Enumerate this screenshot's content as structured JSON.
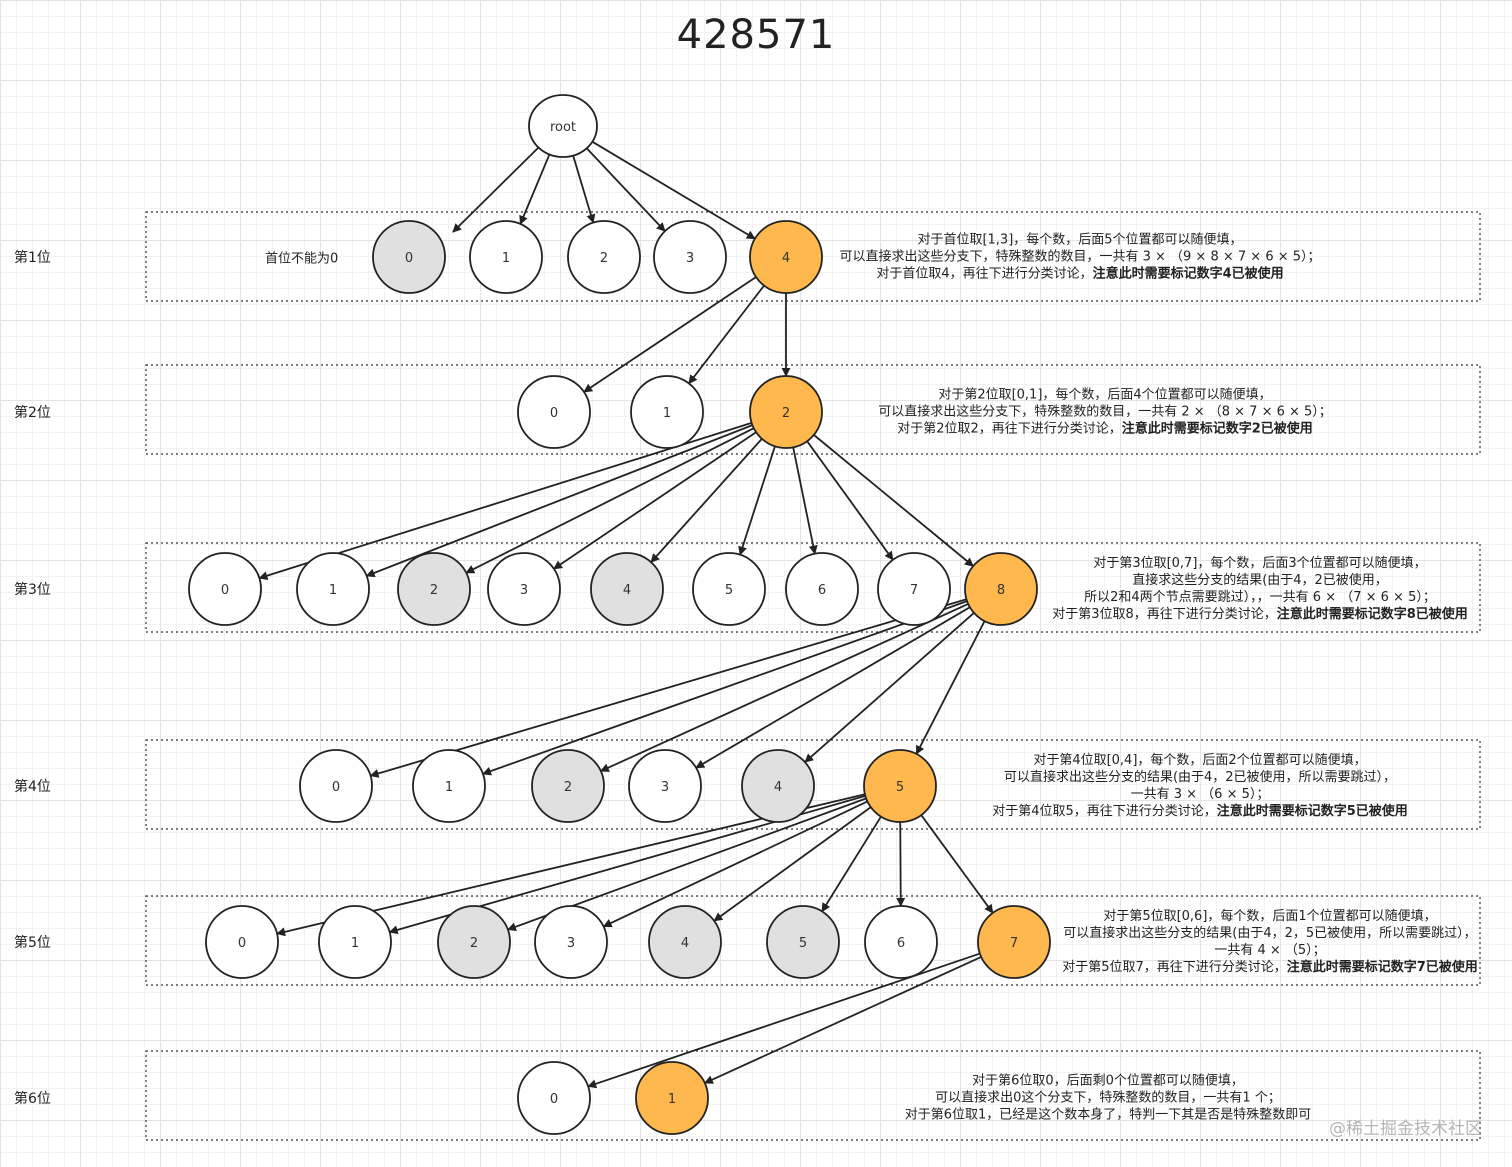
{
  "title": "428571",
  "root_label": "root",
  "colors": {
    "used": "#e0e0e0",
    "selected": "#ffb84d",
    "normal": "#ffffff",
    "stroke": "#222222"
  },
  "levels": [
    {
      "label": "第1位",
      "aside": "首位不能为0",
      "nodes": [
        {
          "label": "0",
          "state": "used"
        },
        {
          "label": "1",
          "state": "normal"
        },
        {
          "label": "2",
          "state": "normal"
        },
        {
          "label": "3",
          "state": "normal"
        },
        {
          "label": "4",
          "state": "selected"
        }
      ],
      "note": [
        "对于首位取[1,3]，每个数，后面5个位置都可以随便填，",
        "可以直接求出这些分支下，特殊整数的数目，一共有 3 × （9 × 8 × 7 × 6 × 5）；",
        "对于首位取4，再往下进行分类讨论，"
      ],
      "note_bold": "注意此时需要标记数字4已被使用"
    },
    {
      "label": "第2位",
      "nodes": [
        {
          "label": "0",
          "state": "normal"
        },
        {
          "label": "1",
          "state": "normal"
        },
        {
          "label": "2",
          "state": "selected"
        }
      ],
      "note": [
        "对于第2位取[0,1]，每个数，后面4个位置都可以随便填，",
        "可以直接求出这些分支下，特殊整数的数目，一共有 2 × （8 × 7 × 6 × 5）；",
        "对于第2位取2，再往下进行分类讨论，"
      ],
      "note_bold": "注意此时需要标记数字2已被使用"
    },
    {
      "label": "第3位",
      "nodes": [
        {
          "label": "0",
          "state": "normal"
        },
        {
          "label": "1",
          "state": "normal"
        },
        {
          "label": "2",
          "state": "used"
        },
        {
          "label": "3",
          "state": "normal"
        },
        {
          "label": "4",
          "state": "used"
        },
        {
          "label": "5",
          "state": "normal"
        },
        {
          "label": "6",
          "state": "normal"
        },
        {
          "label": "7",
          "state": "normal"
        },
        {
          "label": "8",
          "state": "selected"
        }
      ],
      "note": [
        "对于第3位取[0,7]，每个数，后面3个位置都可以随便填，",
        "直接求这些分支的结果(由于4，2已被使用，",
        "所以2和4两个节点需要跳过），，一共有 6 × （7 × 6 × 5）；",
        "对于第3位取8，再往下进行分类讨论，"
      ],
      "note_bold": "注意此时需要标记数字8已被使用"
    },
    {
      "label": "第4位",
      "nodes": [
        {
          "label": "0",
          "state": "normal"
        },
        {
          "label": "1",
          "state": "normal"
        },
        {
          "label": "2",
          "state": "used"
        },
        {
          "label": "3",
          "state": "normal"
        },
        {
          "label": "4",
          "state": "used"
        },
        {
          "label": "5",
          "state": "selected"
        }
      ],
      "note": [
        "对于第4位取[0,4]，每个数，后面2个位置都可以随便填，",
        "可以直接求出这些分支的结果(由于4，2已被使用，所以需要跳过），",
        "一共有 3 × （6 × 5）；",
        "对于第4位取5，再往下进行分类讨论，"
      ],
      "note_bold": "注意此时需要标记数字5已被使用"
    },
    {
      "label": "第5位",
      "nodes": [
        {
          "label": "0",
          "state": "normal"
        },
        {
          "label": "1",
          "state": "normal"
        },
        {
          "label": "2",
          "state": "used"
        },
        {
          "label": "3",
          "state": "normal"
        },
        {
          "label": "4",
          "state": "used"
        },
        {
          "label": "5",
          "state": "used"
        },
        {
          "label": "6",
          "state": "normal"
        },
        {
          "label": "7",
          "state": "selected"
        }
      ],
      "note": [
        "对于第5位取[0,6]，每个数，后面1个位置都可以随便填，",
        "可以直接求出这些分支的结果(由于4，2，5已被使用，所以需要跳过），",
        "一共有 4 × （5）；",
        "对于第5位取7，再往下进行分类讨论，"
      ],
      "note_bold": "注意此时需要标记数字7已被使用"
    },
    {
      "label": "第6位",
      "nodes": [
        {
          "label": "0",
          "state": "normal"
        },
        {
          "label": "1",
          "state": "selected"
        }
      ],
      "note": [
        "对于第6位取0，后面剩0个位置都可以随便填，",
        "可以直接求出0这个分支下，特殊整数的数目，一共有1 个；",
        "对于第6位取1，已经是这个数本身了，特判一下其是否是特殊整数即可"
      ],
      "note_bold": ""
    }
  ],
  "watermark": "@稀土掘金技术社区"
}
